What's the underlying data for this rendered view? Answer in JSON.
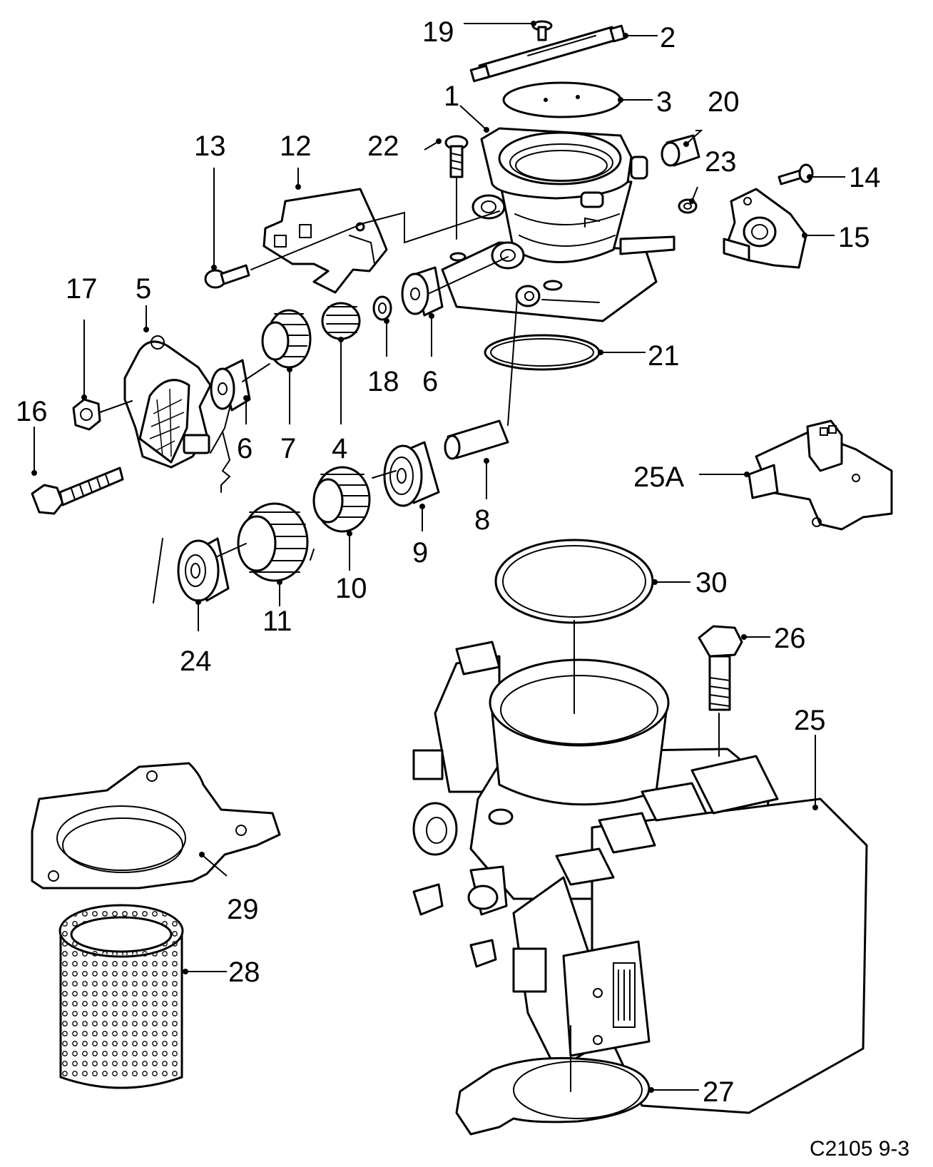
{
  "diagram_code": "C2105 9-3",
  "callouts": {
    "c1": "1",
    "c2": "2",
    "c3": "3",
    "c4": "4",
    "c5": "5",
    "c6a": "6",
    "c6b": "6",
    "c7": "7",
    "c8": "8",
    "c9": "9",
    "c10": "10",
    "c11": "11",
    "c12": "12",
    "c13": "13",
    "c14": "14",
    "c15": "15",
    "c16": "16",
    "c17": "17",
    "c18": "18",
    "c19": "19",
    "c20": "20",
    "c21": "21",
    "c22": "22",
    "c23": "23",
    "c24": "24",
    "c25": "25",
    "c25a": "25A",
    "c26": "26",
    "c27": "27",
    "c28": "28",
    "c29": "29",
    "c30": "30"
  }
}
